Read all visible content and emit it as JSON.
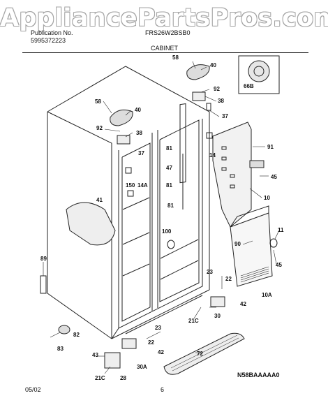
{
  "watermark": "AppliancePartsPros.com",
  "header": {
    "pub_label": "Publication No.",
    "pub_number": "5995372223",
    "model": "FRS26W2BSB0",
    "section": "CABINET"
  },
  "footer": {
    "date": "05/02",
    "page": "6",
    "drawing_code": "N58BAAAAA0"
  },
  "callouts": [
    "58",
    "40",
    "92",
    "38",
    "66B",
    "58",
    "40",
    "92",
    "38",
    "37",
    "81",
    "47",
    "81",
    "81",
    "37",
    "14",
    "14A",
    "150",
    "91",
    "45",
    "41",
    "10",
    "100",
    "11",
    "90",
    "45",
    "89",
    "23",
    "22",
    "10A",
    "42",
    "21C",
    "30",
    "23",
    "82",
    "22",
    "42",
    "83",
    "43",
    "30A",
    "72",
    "21C",
    "28"
  ]
}
